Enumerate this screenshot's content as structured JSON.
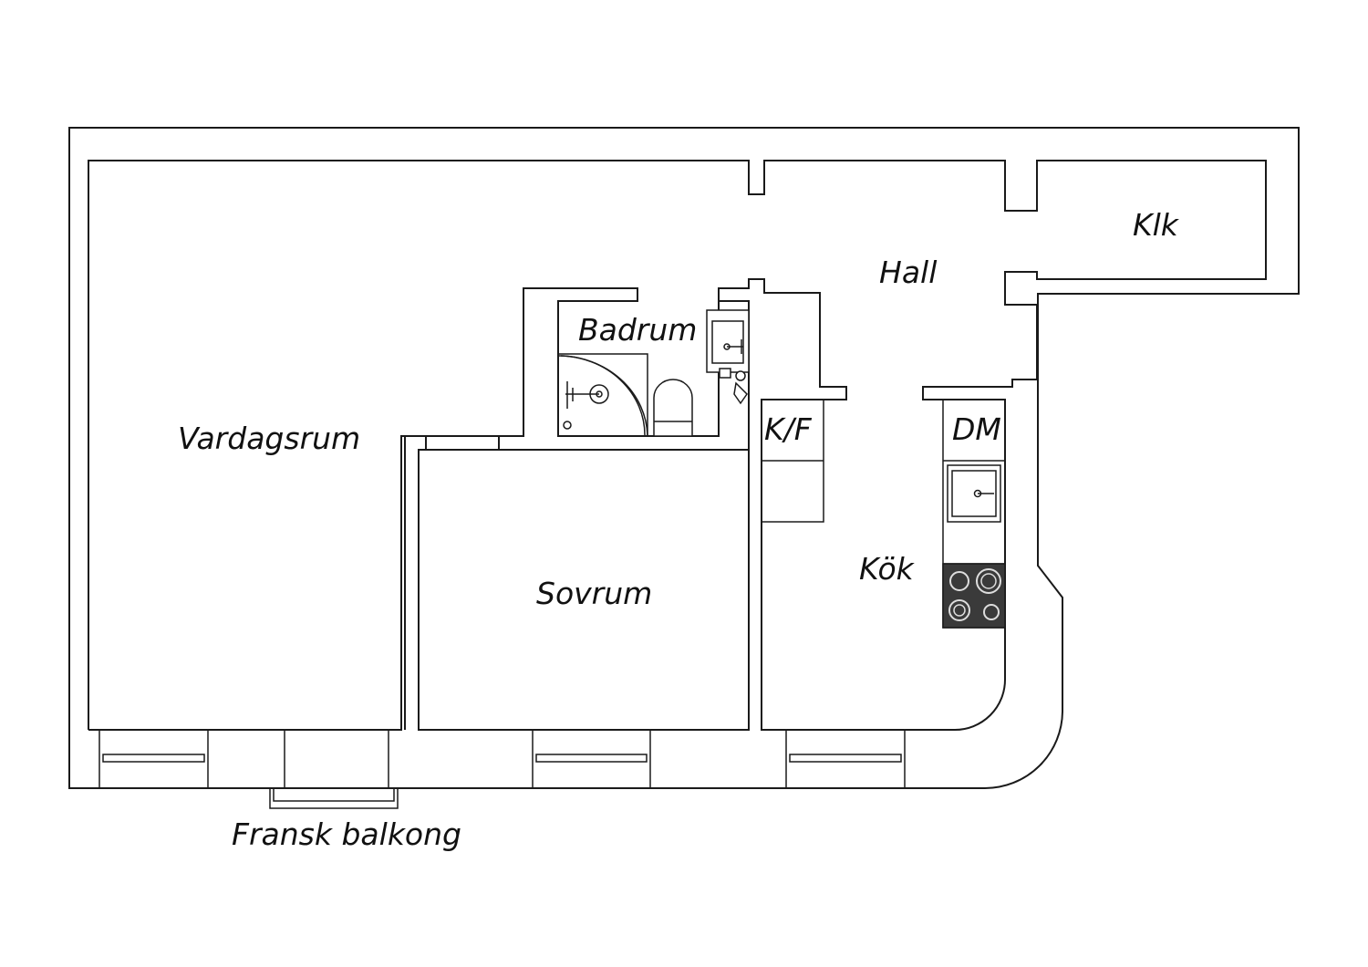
{
  "rooms": {
    "vardagsrum": "Vardagsrum",
    "sovrum": "Sovrum",
    "badrum": "Badrum",
    "hall": "Hall",
    "klk": "Klk",
    "kok": "Kök",
    "kf": "K/F",
    "dm": "DM",
    "balcony": "Fransk balkong"
  },
  "colors": {
    "wall": "#1a1a1a",
    "stove": "#3a3a3a",
    "background": "#ffffff"
  }
}
